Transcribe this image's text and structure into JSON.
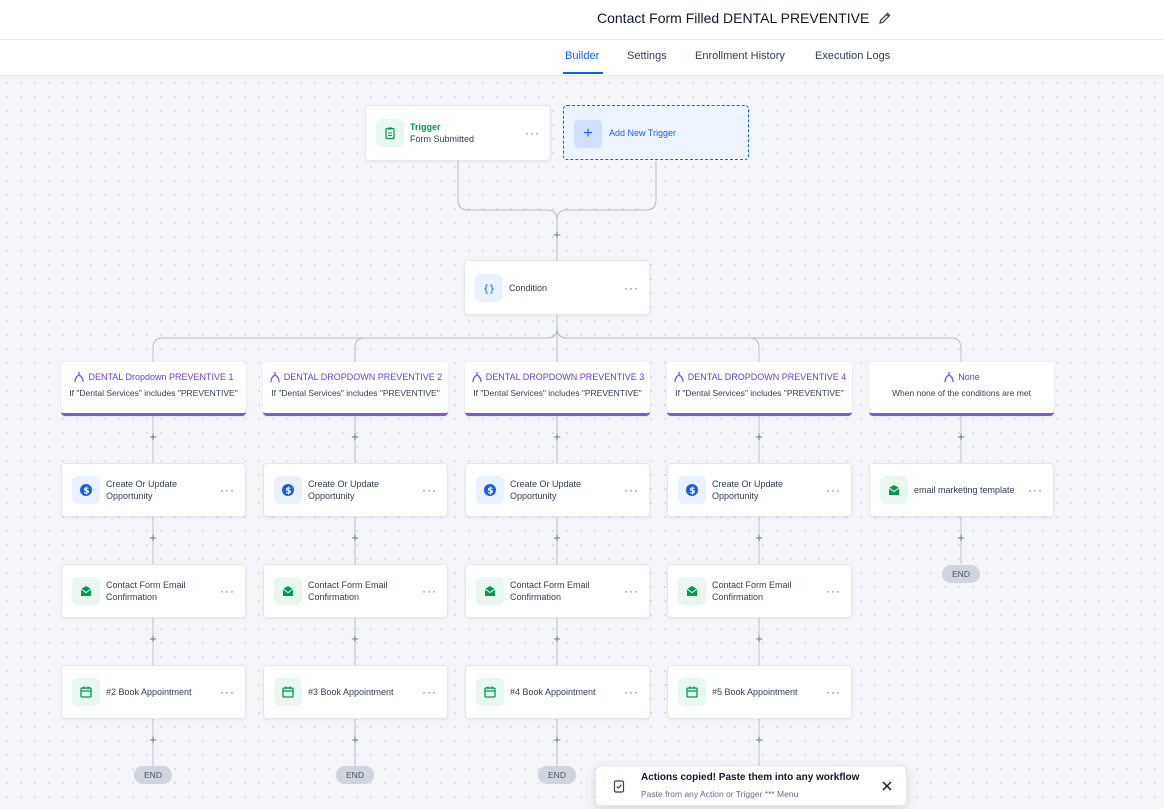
{
  "header": {
    "title": "Contact Form Filled DENTAL PREVENTIVE"
  },
  "tabs": [
    {
      "label": "Builder"
    },
    {
      "label": "Settings"
    },
    {
      "label": "Enrollment History"
    },
    {
      "label": "Execution Logs"
    }
  ],
  "trigger": {
    "label": "Trigger",
    "sub": "Form Submitted",
    "add_label": "Add New Trigger"
  },
  "condition": {
    "label": "Condition"
  },
  "branches": [
    {
      "title": "DENTAL Dropdown PREVENTIVE 1",
      "sub": "If \"Dental Services\" includes \"PREVENTIVE\""
    },
    {
      "title": "DENTAL DROPDOWN PREVENTIVE 2",
      "sub": "If \"Dental Services\" includes \"PREVENTIVE\""
    },
    {
      "title": "DENTAL DROPDOWN PREVENTIVE 3",
      "sub": "If \"Dental Services\" includes \"PREVENTIVE\""
    },
    {
      "title": "DENTAL DROPDOWN PREVENTIVE 4",
      "sub": "If \"Dental Services\" includes \"PREVENTIVE\""
    },
    {
      "title": "None",
      "sub": "When none of the conditions are met"
    }
  ],
  "actions": {
    "opportunity": "Create Or Update Opportunity",
    "email_confirm": "Contact Form Email Confirmation",
    "email_marketing": "email marketing template",
    "book": [
      "#2 Book Appointment",
      "#3 Book Appointment",
      "#4 Book Appointment",
      "#5 Book Appointment"
    ]
  },
  "end_label": "END",
  "plus_glyph": "+",
  "dots_glyph": "···",
  "toast": {
    "title": "Actions copied! Paste them into any workflow",
    "sub": "Paste from any Action or Trigger *** Menu"
  },
  "colors": {
    "accent": "#155eef",
    "branch": "#7f56d9",
    "green": "#039855"
  }
}
